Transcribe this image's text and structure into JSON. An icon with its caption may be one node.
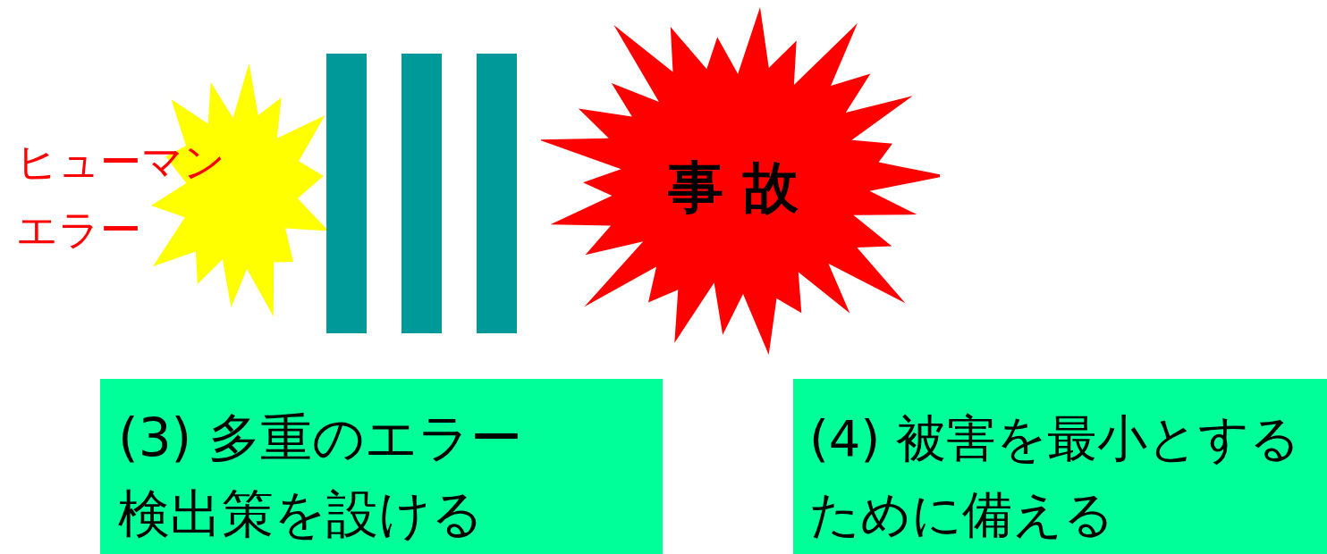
{
  "diagram": {
    "nodes": [
      {
        "text": [
          "ヒューマンエラー"
        ]
      },
      {
        "text": [],
        "shape": "bar"
      },
      {
        "text": [],
        "shape": "bar"
      },
      {
        "text": [],
        "shape": "bar"
      },
      {
        "text": [
          "事 故"
        ]
      },
      {
        "text": [
          "(3) 多重のエラー検出策を設ける"
        ]
      },
      {
        "text": [
          "(4) 被害を最小とするために備える"
        ]
      }
    ]
  }
}
